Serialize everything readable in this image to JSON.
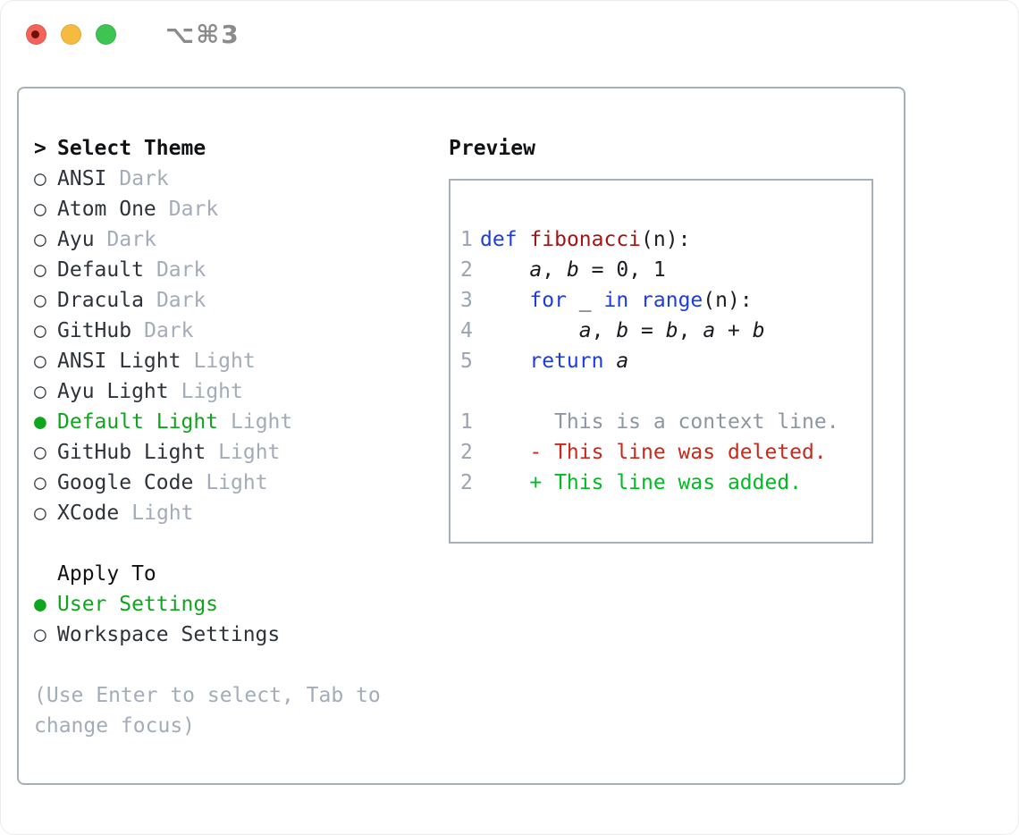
{
  "window": {
    "title": "⌥⌘3",
    "traffic_lights": [
      "close",
      "minimize",
      "zoom"
    ]
  },
  "colors": {
    "accent_green": "#0fa51d",
    "diff_added_green": "#00bb22",
    "diff_deleted_red": "#c9281b",
    "keyword_blue": "#1d3ce6",
    "function_red": "#a31515",
    "muted_gray": "#a3acb9",
    "border_gray": "#a7afba"
  },
  "theme_panel": {
    "prompt": ">",
    "title": "Select Theme",
    "radio_unselected": "○",
    "radio_selected": "●",
    "themes": [
      {
        "name": "ANSI",
        "variant": "Dark",
        "selected": false
      },
      {
        "name": "Atom One",
        "variant": "Dark",
        "selected": false
      },
      {
        "name": "Ayu",
        "variant": "Dark",
        "selected": false
      },
      {
        "name": "Default",
        "variant": "Dark",
        "selected": false
      },
      {
        "name": "Dracula",
        "variant": "Dark",
        "selected": false
      },
      {
        "name": "GitHub",
        "variant": "Dark",
        "selected": false
      },
      {
        "name": "ANSI Light",
        "variant": "Light",
        "selected": false
      },
      {
        "name": "Ayu Light",
        "variant": "Light",
        "selected": false
      },
      {
        "name": "Default Light",
        "variant": "Light",
        "selected": true
      },
      {
        "name": "GitHub Light",
        "variant": "Light",
        "selected": false
      },
      {
        "name": "Google Code",
        "variant": "Light",
        "selected": false
      },
      {
        "name": "XCode",
        "variant": "Light",
        "selected": false
      }
    ],
    "apply_to": {
      "title": "Apply To",
      "options": [
        {
          "label": "User Settings",
          "selected": true
        },
        {
          "label": "Workspace Settings",
          "selected": false
        }
      ]
    },
    "hint": "(Use Enter to select, Tab to change focus)"
  },
  "preview": {
    "title": "Preview",
    "lines": [
      {
        "num": "1",
        "tokens": [
          {
            "t": "def",
            "c": "kw"
          },
          {
            "t": " "
          },
          {
            "t": "fibonacci",
            "c": "fn"
          },
          {
            "t": "(n):"
          }
        ]
      },
      {
        "num": "2",
        "tokens": [
          {
            "t": "    "
          },
          {
            "t": "a",
            "c": "var"
          },
          {
            "t": ", "
          },
          {
            "t": "b",
            "c": "var"
          },
          {
            "t": " = 0, 1"
          }
        ]
      },
      {
        "num": "3",
        "tokens": [
          {
            "t": "    "
          },
          {
            "t": "for",
            "c": "kw"
          },
          {
            "t": " _ "
          },
          {
            "t": "in",
            "c": "kw"
          },
          {
            "t": " "
          },
          {
            "t": "range",
            "c": "kw"
          },
          {
            "t": "(n):"
          }
        ]
      },
      {
        "num": "4",
        "tokens": [
          {
            "t": "        "
          },
          {
            "t": "a",
            "c": "var"
          },
          {
            "t": ", "
          },
          {
            "t": "b",
            "c": "var"
          },
          {
            "t": " = "
          },
          {
            "t": "b",
            "c": "var"
          },
          {
            "t": ", "
          },
          {
            "t": "a",
            "c": "var"
          },
          {
            "t": " + "
          },
          {
            "t": "b",
            "c": "var"
          }
        ]
      },
      {
        "num": "5",
        "tokens": [
          {
            "t": "    "
          },
          {
            "t": "return",
            "c": "kw"
          },
          {
            "t": " "
          },
          {
            "t": "a",
            "c": "var"
          }
        ]
      },
      {
        "num": "",
        "tokens": []
      },
      {
        "num": "1",
        "tokens": [
          {
            "t": "      This is a context line.",
            "c": "ctx"
          }
        ]
      },
      {
        "num": "2",
        "tokens": [
          {
            "t": "    - This line was deleted.",
            "c": "del"
          }
        ]
      },
      {
        "num": "2",
        "tokens": [
          {
            "t": "    + This line was added.",
            "c": "add"
          }
        ]
      }
    ]
  }
}
